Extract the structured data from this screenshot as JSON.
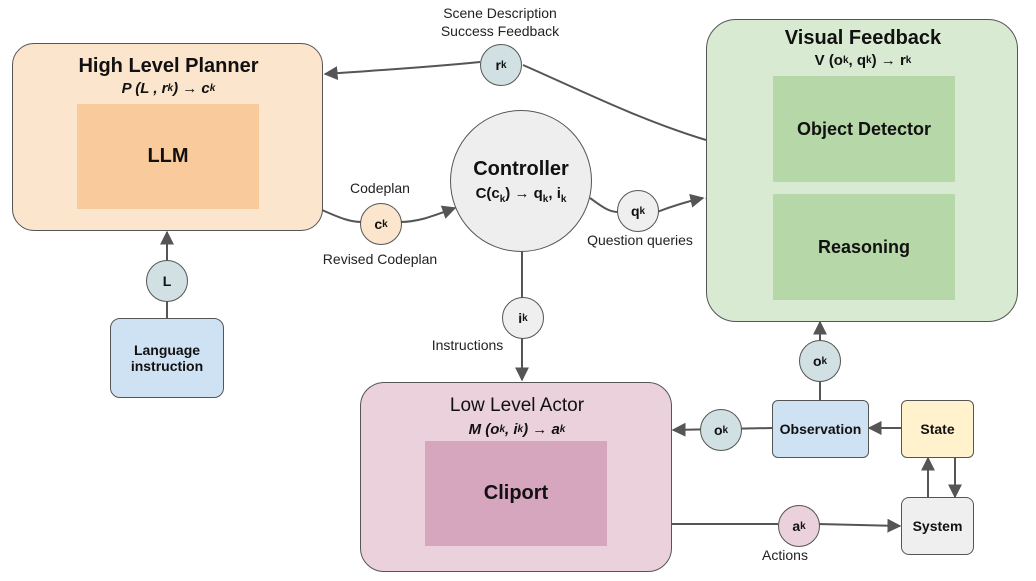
{
  "high_level_planner": {
    "title": "High Level Planner",
    "formula": "P (L , r",
    "formula_sub1": "k",
    "formula_mid": ") → c",
    "formula_sub2": "k",
    "inner": "LLM"
  },
  "language_instruction": {
    "label_line1": "Language",
    "label_line2": "instruction"
  },
  "L_node": {
    "label": "L"
  },
  "controller": {
    "title": "Controller",
    "formula_a": "C(c",
    "formula_sub1": "k",
    "formula_b": ") → q",
    "formula_sub2": "k",
    "formula_c": ", i",
    "formula_sub3": "k"
  },
  "visual_feedback": {
    "title": "Visual Feedback",
    "formula_a": "V (o",
    "formula_sub1": "k",
    "formula_b": " , q",
    "formula_sub2": "k",
    "formula_c": ") → r",
    "formula_sub3": "k",
    "object_detector": "Object Detector",
    "reasoning": "Reasoning"
  },
  "low_level_actor": {
    "title": "Low Level Actor",
    "formula_a": "M (o",
    "formula_sub1": "k",
    "formula_b": " , i",
    "formula_sub2": "k",
    "formula_c": ") → a",
    "formula_sub3": "k",
    "inner": "Cliport"
  },
  "observation": {
    "label": "Observation"
  },
  "state": {
    "label": "State"
  },
  "system": {
    "label": "System"
  },
  "nodes": {
    "r": {
      "base": "r",
      "sub": "k"
    },
    "c": {
      "base": "c",
      "sub": "k"
    },
    "q": {
      "base": "q",
      "sub": "k"
    },
    "i": {
      "base": "i",
      "sub": "k"
    },
    "o_up": {
      "base": "o",
      "sub": "k"
    },
    "o_left": {
      "base": "o",
      "sub": "k"
    },
    "a": {
      "base": "a",
      "sub": "k"
    }
  },
  "edge_labels": {
    "scene_description": "Scene Description",
    "success_feedback": "Success Feedback",
    "codeplan": "Codeplan",
    "revised_codeplan": "Revised Codeplan",
    "question_queries": "Question queries",
    "instructions": "Instructions",
    "actions": "Actions"
  },
  "colors": {
    "planner_bg": "#fce5cd",
    "llm_bg": "#f9cb9c",
    "visual_bg": "#d9ead3",
    "visual_inner_bg": "#b6d7a8",
    "actor_bg": "#ead1dc",
    "cliport_bg": "#d5a6bd",
    "blue_bg": "#cfe2f3",
    "state_bg": "#fff2cc",
    "system_bg": "#efefef",
    "controller_bg": "#eeeeee",
    "node_teal": "#d0e0e3",
    "node_orange": "#fce5cd",
    "node_pink": "#ead1dc",
    "node_grey": "#efefef"
  }
}
